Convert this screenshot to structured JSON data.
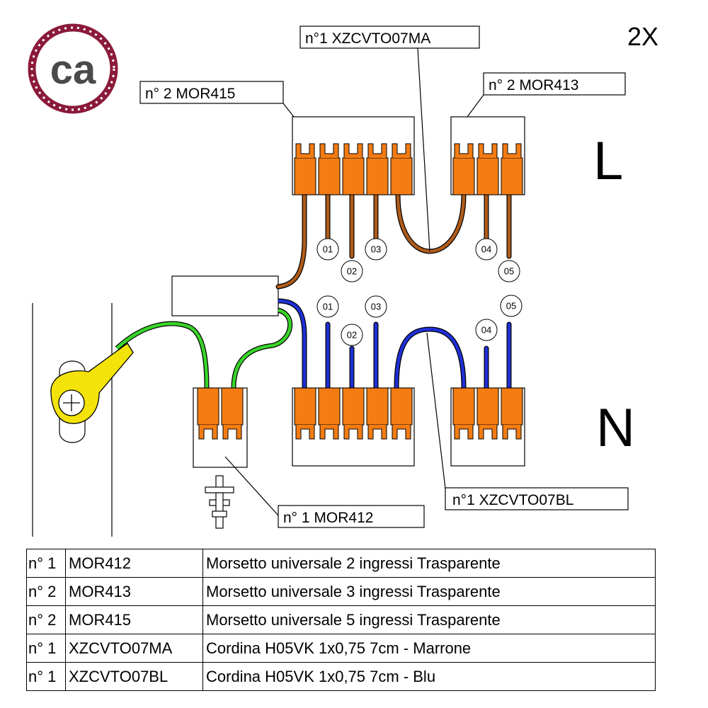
{
  "brand": {
    "logo_text": "ca",
    "logo_ring_color": "#8b1a3a",
    "logo_text_color": "#4a4a4a"
  },
  "quantity_label": "2X",
  "phases": {
    "live": "L",
    "neutral": "N"
  },
  "colors": {
    "brown": "#b05c1a",
    "blue": "#1f2fd6",
    "green": "#39d42a",
    "orange": "#f47c13",
    "earth_yellow": "#f4e30a"
  },
  "callouts": {
    "mor415": "n° 2 MOR415",
    "xzcvto07ma": "n°1 XZCVTO07MA",
    "mor413": "n° 2  MOR413",
    "xzcvto07bl": "n°1 XZCVTO07BL",
    "mor412": "n° 1 MOR412"
  },
  "wire_numbers": {
    "live": [
      "01",
      "02",
      "03",
      "04",
      "05"
    ],
    "neutral": [
      "01",
      "02",
      "03",
      "04",
      "05"
    ]
  },
  "parts_table": {
    "rows": [
      {
        "qty": "n° 1",
        "code": "MOR412",
        "desc": "Morsetto universale 2 ingressi Trasparente"
      },
      {
        "qty": "n° 2",
        "code": "MOR413",
        "desc": "Morsetto universale 3 ingressi Trasparente"
      },
      {
        "qty": "n° 2",
        "code": "MOR415",
        "desc": "Morsetto universale 5 ingressi  Trasparente"
      },
      {
        "qty": "n° 1",
        "code": "XZCVTO07MA",
        "desc": "Cordina H05VK 1x0,75 7cm - Marrone"
      },
      {
        "qty": "n° 1",
        "code": "XZCVTO07BL",
        "desc": "Cordina H05VK 1x0,75 7cm - Blu"
      }
    ]
  }
}
